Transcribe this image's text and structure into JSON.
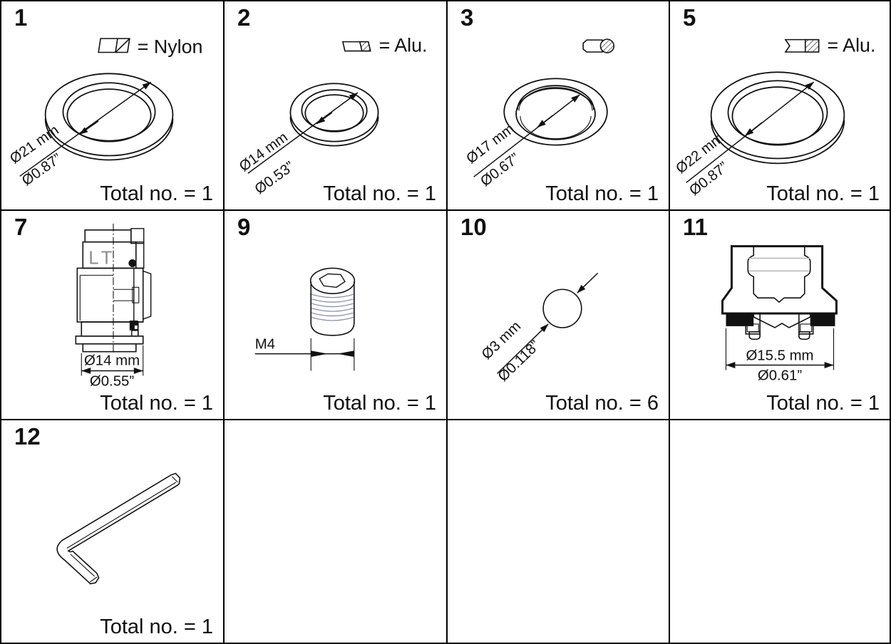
{
  "document": {
    "kind": "spare-parts diagram grid",
    "grid": {
      "columns": 4,
      "rows": 3
    },
    "ink_color": "#111111",
    "background_color": "#ffffff"
  },
  "cells": {
    "c1": {
      "number": "1",
      "legend": "= Nylon",
      "icon": "nylon-washer-swatch-icon",
      "dia_mm": "Ø21 mm",
      "dia_in": "Ø0.87”",
      "total": "Total no. = 1",
      "part": "nylon washer ring"
    },
    "c2": {
      "number": "2",
      "legend": "= Alu.",
      "icon": "alu-gasket-swatch-icon",
      "dia_mm": "Ø14 mm",
      "dia_in": "Ø0.53”",
      "total": "Total no. = 1",
      "part": "aluminium gasket ring"
    },
    "c3": {
      "number": "3",
      "icon": "oring-cross-section-icon",
      "dia_mm": "Ø17 mm",
      "dia_in": "Ø0.67”",
      "total": "Total no. = 1",
      "part": "o-ring"
    },
    "c5": {
      "number": "5",
      "legend": "= Alu.",
      "icon": "alu-gasket-swatch-icon",
      "dia_mm": "Ø22 mm",
      "dia_in": "Ø0.87”",
      "total": "Total no. = 1",
      "part": "aluminium gasket ring"
    },
    "c7": {
      "number": "7",
      "marking": "LT",
      "dia_mm": "Ø14 mm",
      "dia_in": "Ø0.55”",
      "total": "Total no. = 1",
      "part": "orifice plug assembly (section view)"
    },
    "c9": {
      "number": "9",
      "thread": "M4",
      "total": "Total no. = 1",
      "part": "hex-socket set screw"
    },
    "c10": {
      "number": "10",
      "dia_mm": "Ø3 mm",
      "dia_in": "Ø0.118”",
      "total": "Total no. = 6",
      "part": "ball"
    },
    "c11": {
      "number": "11",
      "dia_mm": "Ø15.5 mm",
      "dia_in": "Ø0.61”",
      "total": "Total no. = 1",
      "part": "rubber cap seal (section view)"
    },
    "c12": {
      "number": "12",
      "total": "Total no. = 1",
      "part": "hex key"
    }
  }
}
